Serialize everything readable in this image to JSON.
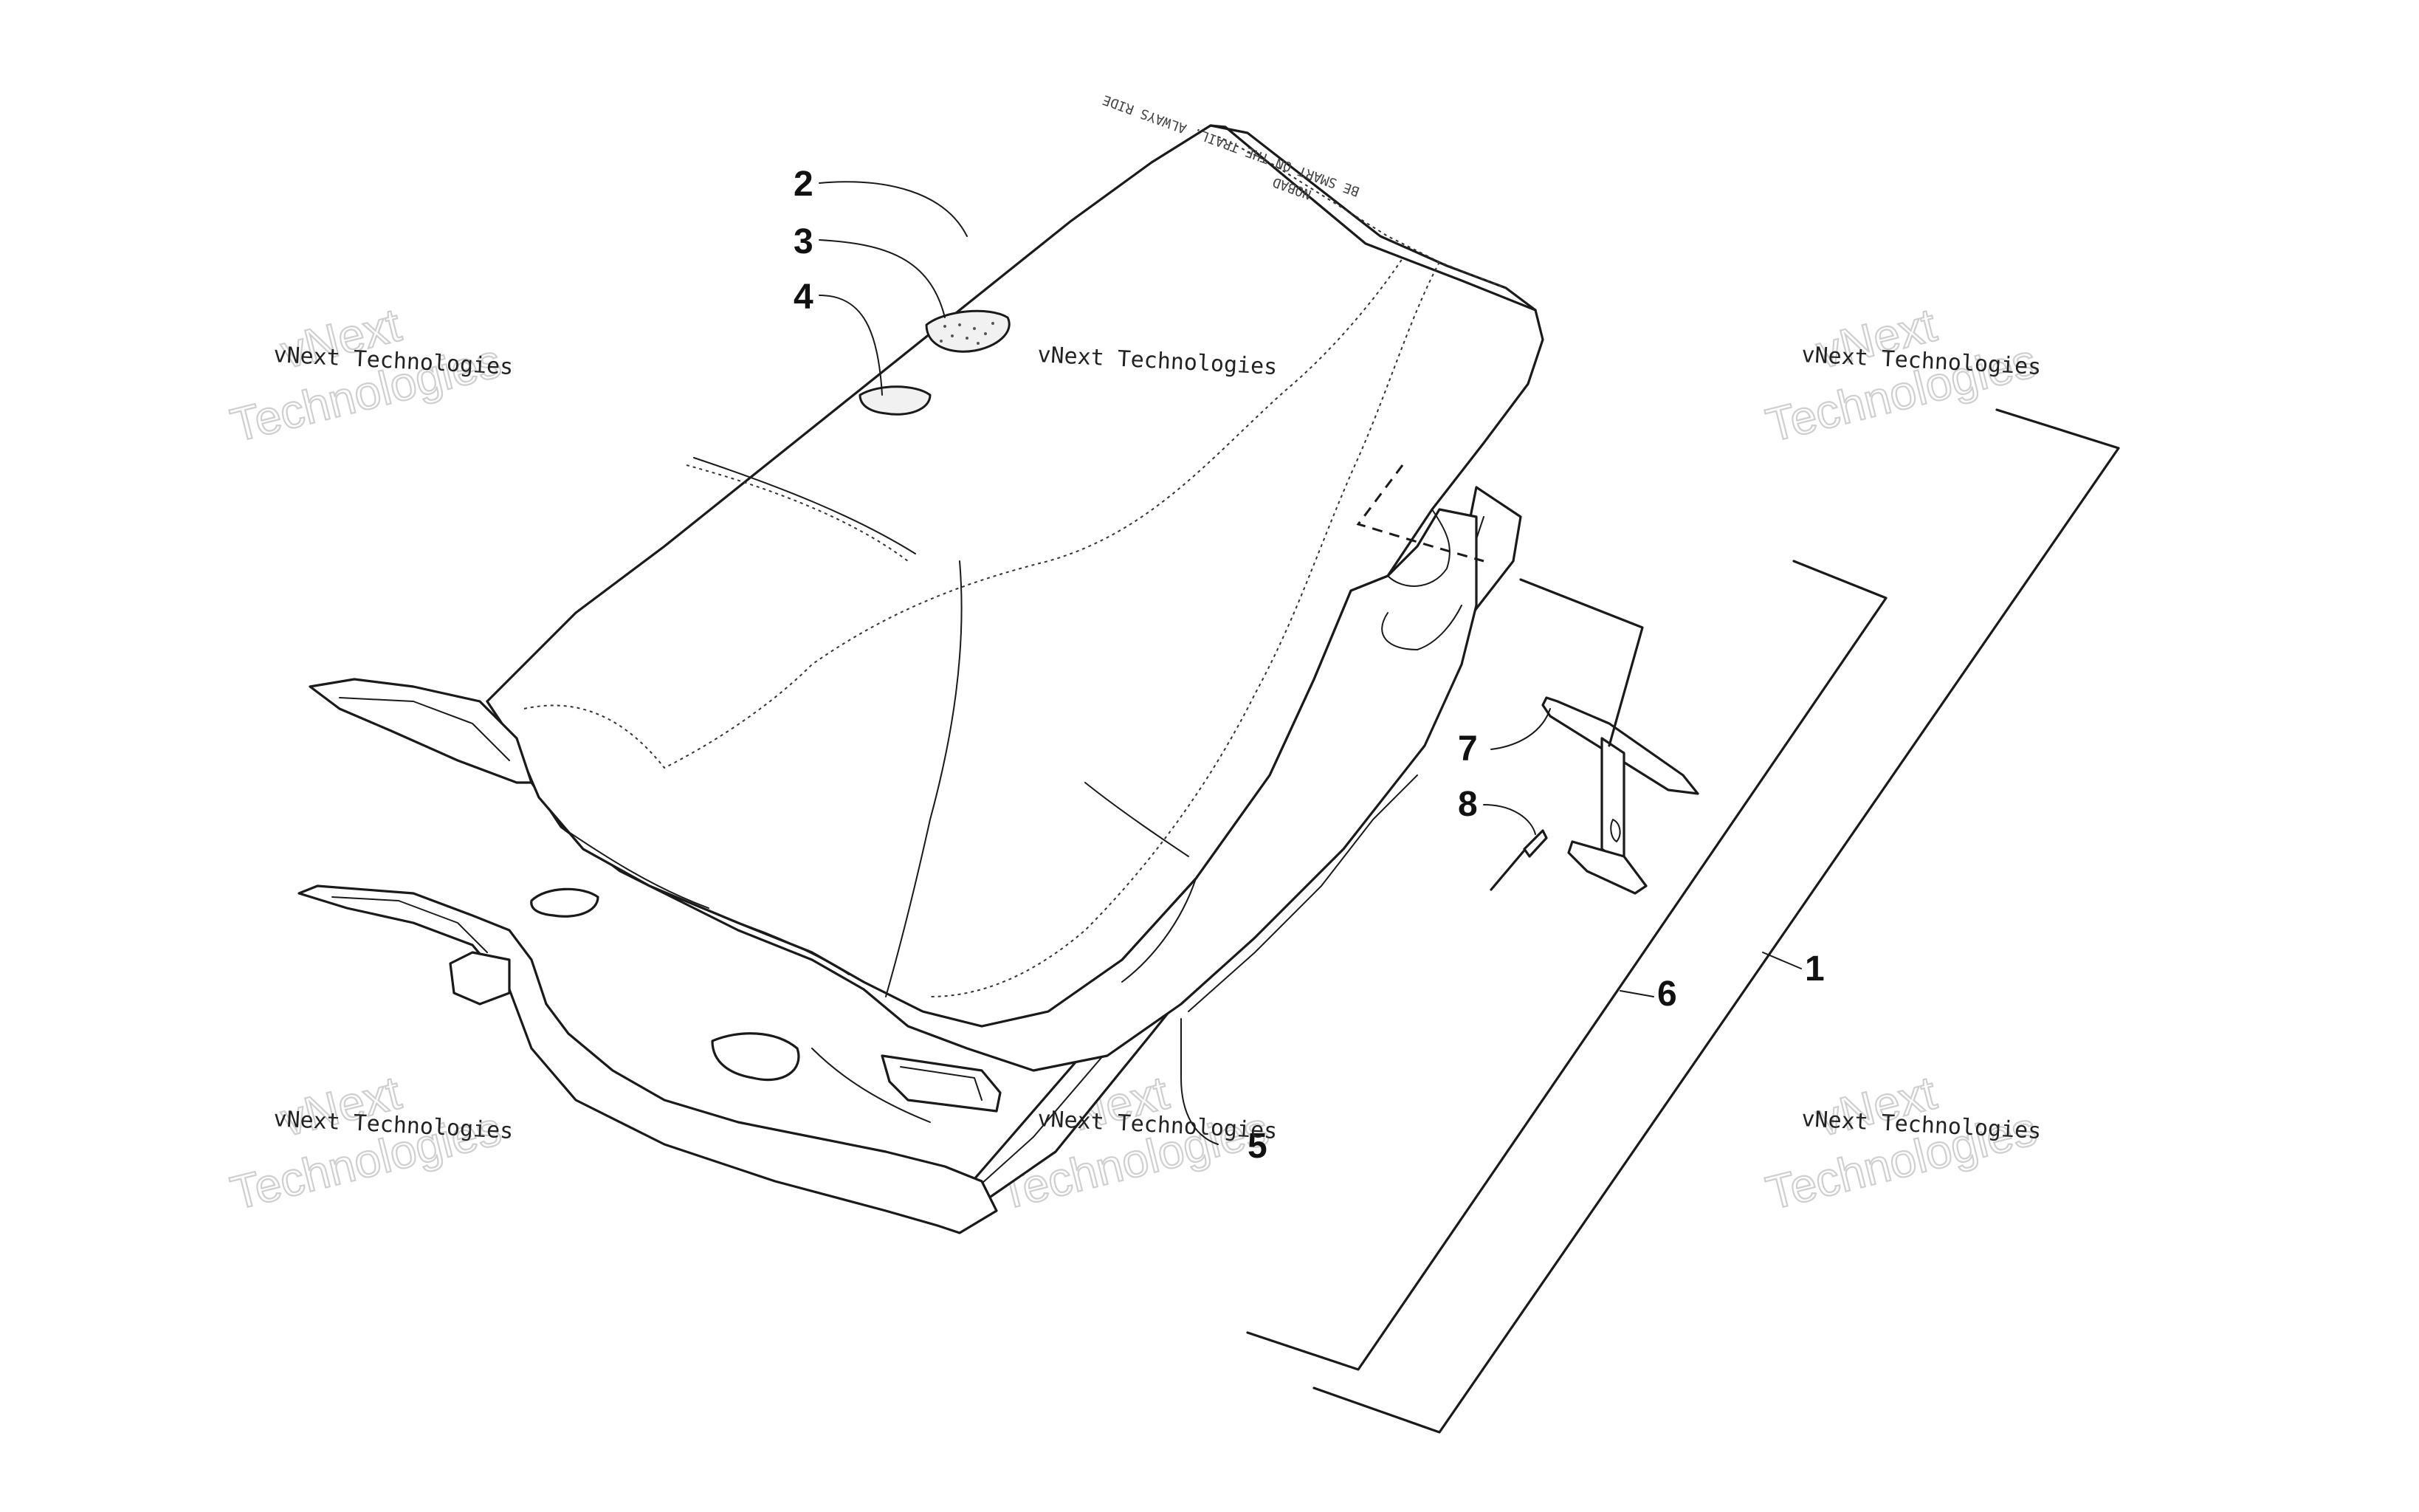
{
  "watermark": {
    "line1": "vNext",
    "line2": "Technologies",
    "caption": "vNext Technologies"
  },
  "seat_decal": {
    "brand": "NOBAD",
    "fine_print": "BE SMART ON THE TRAIL. ALWAYS RIDE"
  },
  "callouts": [
    {
      "number": "1"
    },
    {
      "number": "2"
    },
    {
      "number": "3"
    },
    {
      "number": "4"
    },
    {
      "number": "5"
    },
    {
      "number": "6"
    },
    {
      "number": "7"
    },
    {
      "number": "8"
    }
  ]
}
